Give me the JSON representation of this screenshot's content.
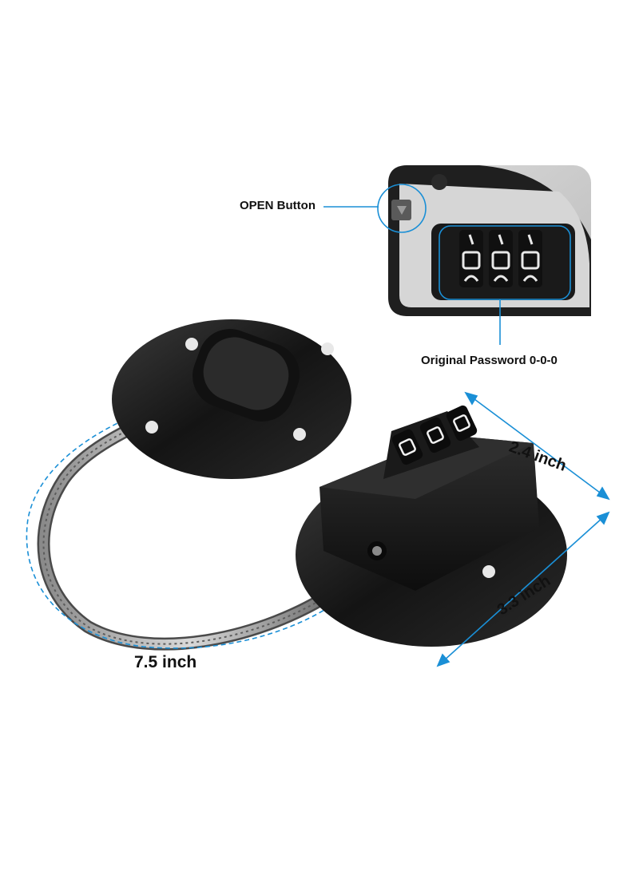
{
  "callouts": {
    "open_button": "OPEN Button",
    "original_password": "Original Password 0-0-0"
  },
  "dimensions": {
    "cable_length": "7.5 inch",
    "lock_width": "2.4 inch",
    "base_height": "3.3 inch"
  },
  "combination_digits": [
    "0",
    "0",
    "0"
  ],
  "colors": {
    "accent_line": "#1a8fd6",
    "lock_body": "#1b1b1b",
    "inset_bg": "#c9c9c9"
  }
}
